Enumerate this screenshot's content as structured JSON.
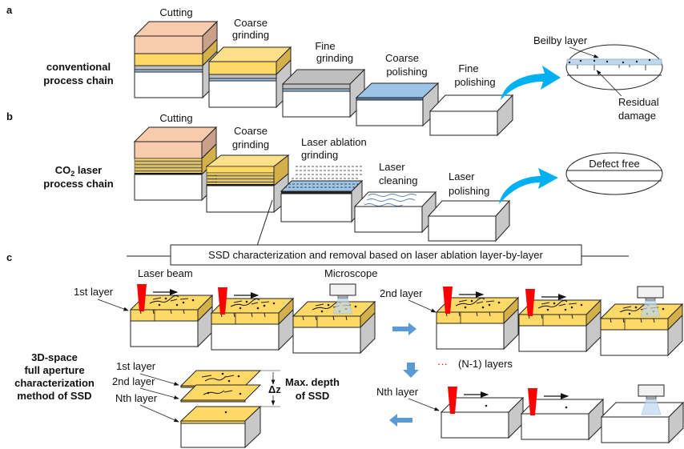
{
  "panels": {
    "a": {
      "letter": "a",
      "title_lines": [
        "conventional",
        "process chain"
      ],
      "steps": [
        {
          "label_lines": [
            "Cutting"
          ]
        },
        {
          "label_lines": [
            "Coarse",
            "grinding"
          ]
        },
        {
          "label_lines": [
            "Fine",
            "grinding"
          ]
        },
        {
          "label_lines": [
            "Coarse",
            "polishing"
          ]
        },
        {
          "label_lines": [
            "Fine",
            "polishing"
          ]
        }
      ],
      "result": {
        "top_label": "Beilby layer",
        "bottom_label_lines": [
          "Residual",
          "damage"
        ]
      }
    },
    "b": {
      "letter": "b",
      "title_lines": [
        "CO",
        "2",
        " laser",
        "process chain"
      ],
      "steps": [
        {
          "label_lines": [
            "Cutting"
          ]
        },
        {
          "label_lines": [
            "Coarse",
            "grinding"
          ]
        },
        {
          "label_lines": [
            "Laser ablation",
            "grinding"
          ]
        },
        {
          "label_lines": [
            "Laser",
            "cleaning"
          ]
        },
        {
          "label_lines": [
            "Laser",
            "polishing"
          ]
        }
      ],
      "result": {
        "label": "Defect free"
      },
      "banner": "SSD characterization and removal based on laser ablation layer-by-layer"
    },
    "c": {
      "letter": "c",
      "laser_beam_label": "Laser beam",
      "microscope_label": "Microscope",
      "layer_labels": {
        "first": "1st layer",
        "second": "2nd layer",
        "nth": "Nth layer"
      },
      "n_minus_one": "(N-1) layers",
      "ellipsis": "···",
      "method_title_lines": [
        "3D-space",
        "full aperture",
        "characterization",
        "method of SSD"
      ],
      "stack_labels": [
        "1st layer",
        "2nd layer",
        "Nth layer"
      ],
      "delta_z": "Δz",
      "max_depth_lines": [
        "Max. depth",
        "of SSD"
      ]
    }
  },
  "colors": {
    "peach": "#f8cbad",
    "peach_side": "#c9a08a",
    "yellow": "#ffd966",
    "yellow_top": "#ffe08a",
    "yellow_side": "#d4b04a",
    "gray": "#bfbfbf",
    "gray_side": "#c8c8c8",
    "light_blue": "#9dc3e6",
    "pale_blue": "#bdd7ee",
    "arrow_blue": "#00b0f0",
    "flow_arrow": "#5b9bd5",
    "laser_red": "#ff0000"
  }
}
